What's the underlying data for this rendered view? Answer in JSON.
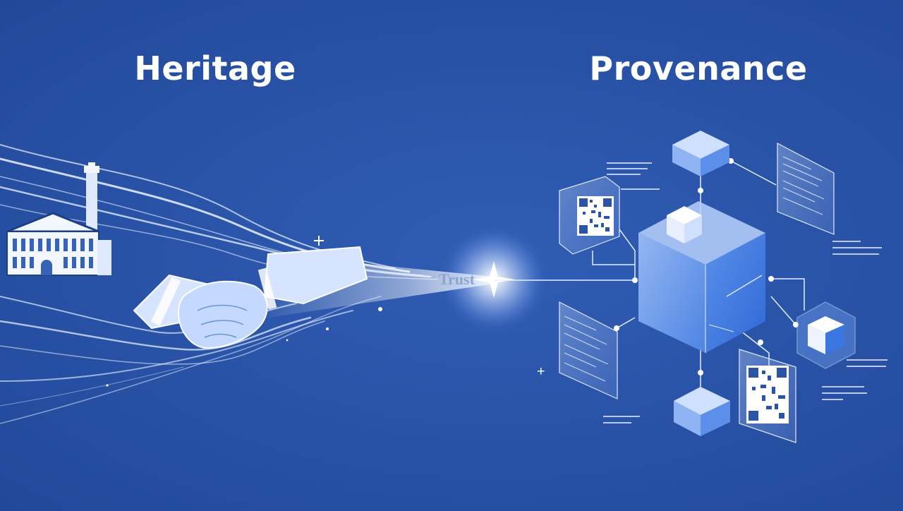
{
  "headings": {
    "left": "Heritage",
    "right": "Provenance"
  },
  "center_label": "Trust",
  "icons": {
    "left": [
      "factory-building-icon",
      "handshake-icon"
    ],
    "right": [
      "blockchain-cube-icon",
      "qr-code-icon",
      "document-card-icon"
    ]
  },
  "colors": {
    "background": "#2a54a8",
    "glow": "#ffffff",
    "cube_face": "#4f86e6"
  }
}
